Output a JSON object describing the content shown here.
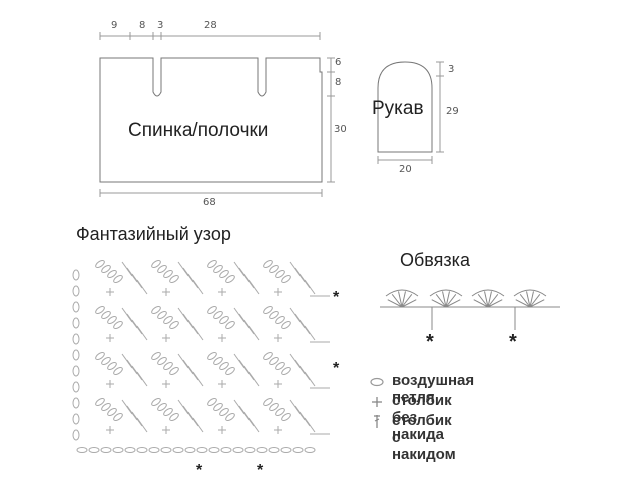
{
  "schematics": {
    "back_front": {
      "title": "Спинка/полочки",
      "top_widths": [
        "9",
        "8",
        "3",
        "28"
      ],
      "right_heights": [
        "6",
        "8",
        "30"
      ],
      "bottom_width": "68"
    },
    "sleeve": {
      "title": "Рукав",
      "right_heights": [
        "3",
        "29"
      ],
      "bottom_width": "20"
    }
  },
  "stitch_chart": {
    "title": "Фантазийный узор",
    "repeat_marker": "*"
  },
  "edging": {
    "title": "Обвязка",
    "repeat_marker": "*"
  },
  "legend": [
    {
      "symbol": "oval-icon",
      "label": "воздушная петля"
    },
    {
      "symbol": "plus-icon",
      "label": "столбик без накида"
    },
    {
      "symbol": "tall-stitch-icon",
      "label": "столбик с накидом"
    }
  ],
  "colors": {
    "line": "#888888",
    "text": "#222222"
  }
}
